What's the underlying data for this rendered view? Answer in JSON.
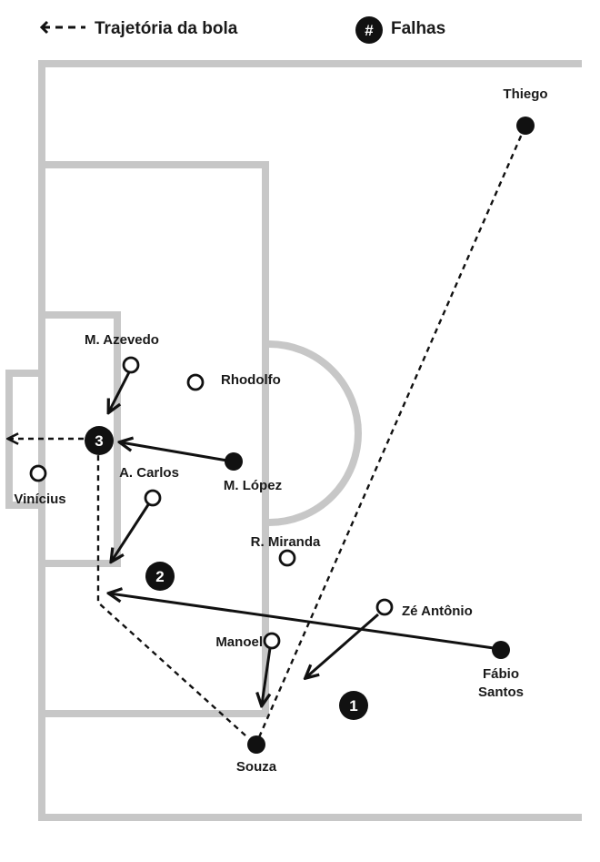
{
  "legend": {
    "ball_path_label": "Trajetória da bola",
    "faults_label": "Falhas",
    "faults_symbol": "#"
  },
  "players": {
    "thiego": "Thiego",
    "m_azevedo": "M. Azevedo",
    "rhodolfo": "Rhodolfo",
    "vinicius": "Vinícius",
    "a_carlos": "A. Carlos",
    "m_lopez": "M. López",
    "r_miranda": "R. Miranda",
    "ze_antonio": "Zé Antônio",
    "manoel": "Manoel",
    "fabio_santos_line1": "Fábio",
    "fabio_santos_line2": "Santos",
    "souza": "Souza"
  },
  "faults": {
    "one": "1",
    "two": "2",
    "three": "3"
  },
  "colors": {
    "pitch_lines": "#c7c7c7",
    "ink": "#111111",
    "background": "#ffffff"
  }
}
